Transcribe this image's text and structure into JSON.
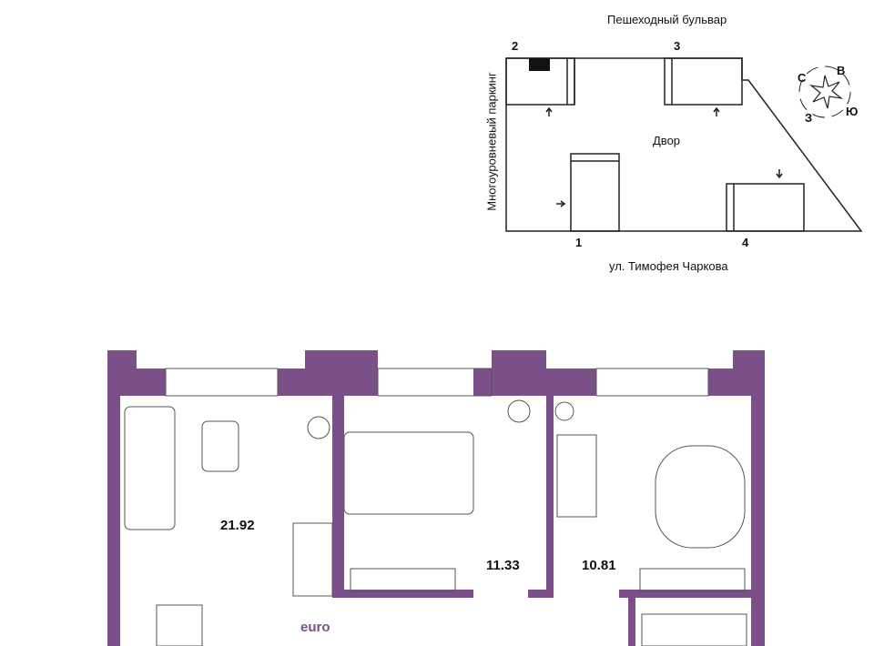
{
  "site_plan": {
    "street_top": "Пешеходный бульвар",
    "street_bottom": "ул. Тимофея Чаркова",
    "parking_label": "Многоуровневый паркинг",
    "yard_label": "Двор",
    "building_numbers": [
      "1",
      "2",
      "3",
      "4"
    ],
    "compass": {
      "north": "С",
      "east": "В",
      "south": "Ю",
      "west": "З"
    }
  },
  "floor_plan": {
    "rooms": [
      {
        "area": "21.92"
      },
      {
        "area": "11.33"
      },
      {
        "area": "10.81"
      }
    ],
    "layout_type": "euro"
  },
  "colors": {
    "wall": "#7b4f88",
    "line": "#222222"
  }
}
